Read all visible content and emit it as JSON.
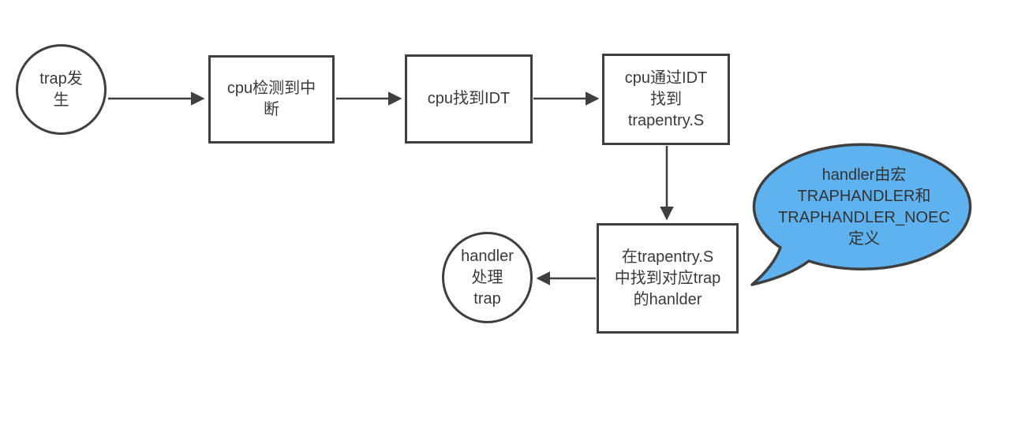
{
  "diagram": {
    "colors": {
      "stroke": "#3f3f3f",
      "text": "#3a3a3a",
      "callout_fill": "#5fb2f0",
      "background": "#ffffff"
    },
    "nodes": {
      "start": {
        "label": "trap发\n生"
      },
      "detect": {
        "label": "cpu检测到中\n断"
      },
      "find_idt": {
        "label": "cpu找到IDT"
      },
      "via_idt": {
        "label": "cpu通过IDT\n找到\ntrapentry.S"
      },
      "find_handler": {
        "label": "在trapentry.S\n中找到对应trap\n的hanlder"
      },
      "handle": {
        "label": "handler\n处理\ntrap"
      }
    },
    "callout": {
      "label": "handler由宏\nTRAPHANDLER和\nTRAPHANDLER_NOEC\n定义"
    }
  }
}
